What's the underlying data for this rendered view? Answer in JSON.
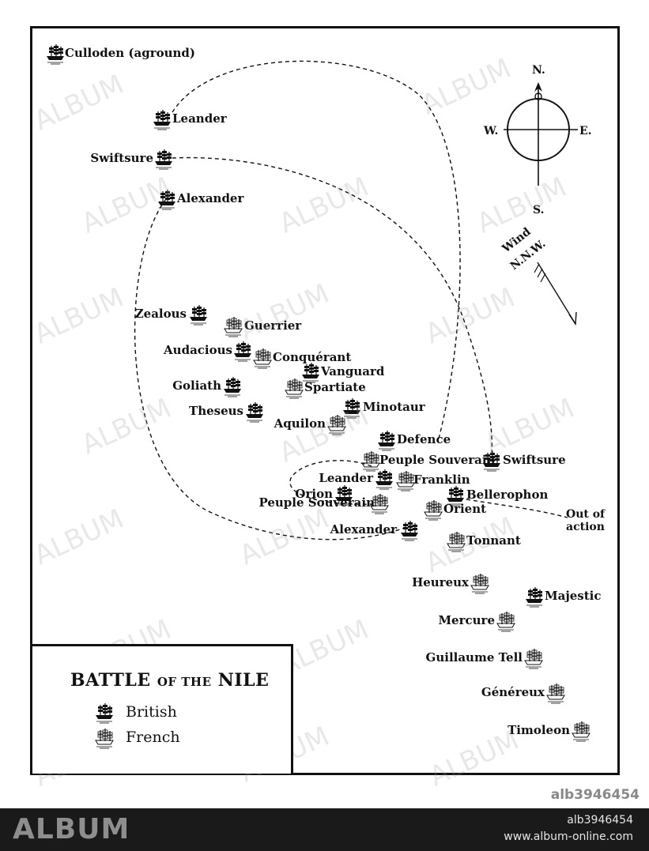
{
  "map": {
    "title_main": "BATTLE",
    "title_mid": "OF THE",
    "title_end": "NILE",
    "legend": [
      {
        "label": "British",
        "icon": "british-ship-icon"
      },
      {
        "label": "French",
        "icon": "french-ship-icon"
      }
    ],
    "compass": {
      "n": "N.",
      "s": "S.",
      "e": "E.",
      "w": "W."
    },
    "wind": {
      "line1": "Wind",
      "line2": "N.N.W."
    },
    "out_of_action": {
      "line1": "Out of",
      "line2": "action"
    },
    "ships": [
      {
        "name": "Culloden (aground)",
        "side": "british"
      },
      {
        "name": "Leander",
        "side": "british"
      },
      {
        "name": "Swiftsure",
        "side": "british"
      },
      {
        "name": "Alexander",
        "side": "british"
      },
      {
        "name": "Zealous",
        "side": "british"
      },
      {
        "name": "Guerrier",
        "side": "french"
      },
      {
        "name": "Audacious",
        "side": "british"
      },
      {
        "name": "Conquérant",
        "side": "french"
      },
      {
        "name": "Vanguard",
        "side": "british"
      },
      {
        "name": "Goliath",
        "side": "british"
      },
      {
        "name": "Spartiate",
        "side": "french"
      },
      {
        "name": "Theseus",
        "side": "british"
      },
      {
        "name": "Minotaur",
        "side": "british"
      },
      {
        "name": "Aquilon",
        "side": "french"
      },
      {
        "name": "Defence",
        "side": "british"
      },
      {
        "name": "Peuple Souverain",
        "side": "french"
      },
      {
        "name": "Swiftsure",
        "side": "british"
      },
      {
        "name": "Leander",
        "side": "british"
      },
      {
        "name": "Franklin",
        "side": "french"
      },
      {
        "name": "Orion",
        "side": "british"
      },
      {
        "name": "Bellerophon",
        "side": "british"
      },
      {
        "name": "Peuple Souverain",
        "side": "french"
      },
      {
        "name": "Orient",
        "side": "french"
      },
      {
        "name": "Alexander",
        "side": "british"
      },
      {
        "name": "Tonnant",
        "side": "french"
      },
      {
        "name": "Heureux",
        "side": "french"
      },
      {
        "name": "Majestic",
        "side": "british"
      },
      {
        "name": "Mercure",
        "side": "french"
      },
      {
        "name": "Guillaume Tell",
        "side": "french"
      },
      {
        "name": "Généreux",
        "side": "french"
      },
      {
        "name": "Timoleon",
        "side": "french"
      }
    ]
  },
  "watermark": {
    "text": "ALBUM",
    "image_id": "alb3946454",
    "url": "www.album-online.com"
  }
}
